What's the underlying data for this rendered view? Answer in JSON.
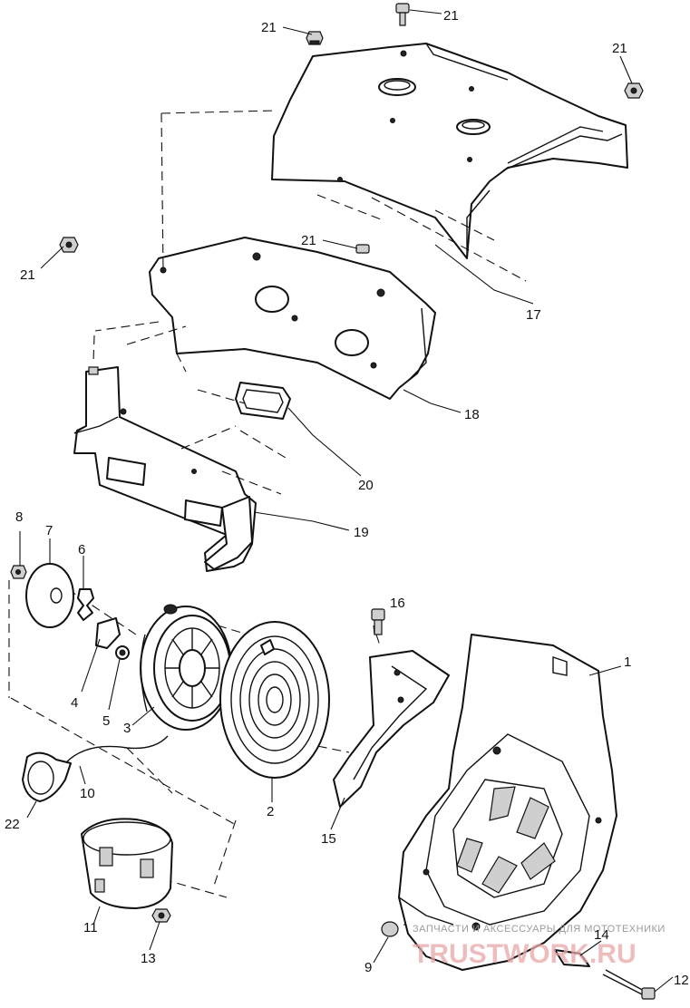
{
  "callouts": {
    "c1": "1",
    "c2": "2",
    "c3": "3",
    "c4": "4",
    "c5": "5",
    "c6": "6",
    "c7": "7",
    "c8": "8",
    "c9": "9",
    "c10": "10",
    "c11": "11",
    "c12": "12",
    "c13": "13",
    "c14": "14",
    "c15": "15",
    "c16": "16",
    "c17": "17",
    "c18": "18",
    "c19": "19",
    "c20": "20",
    "c21a": "21",
    "c21b": "21",
    "c21c": "21",
    "c21d": "21",
    "c21e": "21",
    "c22": "22"
  },
  "watermark": {
    "tagline": "ЗАПЧАСТИ И АКСЕССУАРЫ ДЛЯ МОТОТЕХНИКИ",
    "brand": "TRUSTWORK.RU"
  }
}
